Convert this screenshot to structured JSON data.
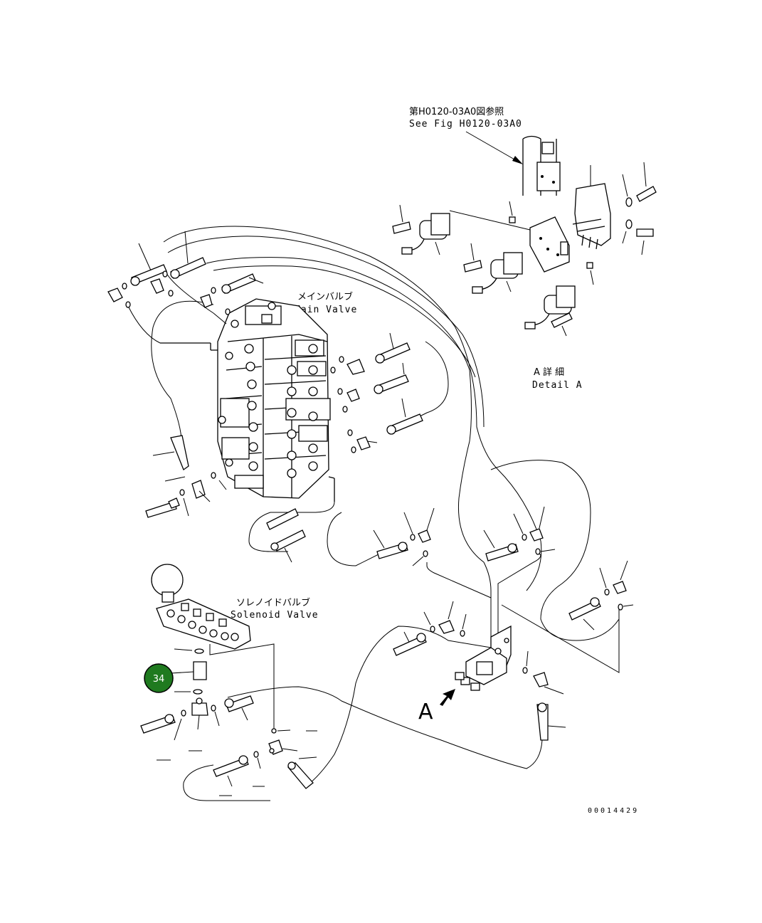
{
  "labels": {
    "see_fig_jp": "第H0120-03A0図参照",
    "see_fig_en": "See Fig H0120-03A0",
    "main_valve_jp": "メインバルブ",
    "main_valve_en": "Main Valve",
    "detail_a_jp": "A 詳 細",
    "detail_a_en": "Detail A",
    "solenoid_valve_jp": "ソレノイドバルブ",
    "solenoid_valve_en": "Solenoid Valve",
    "view_letter": "A",
    "drawing_number": "00014429"
  },
  "callouts": [
    {
      "number": "34",
      "color": "#1f7a1f"
    }
  ]
}
